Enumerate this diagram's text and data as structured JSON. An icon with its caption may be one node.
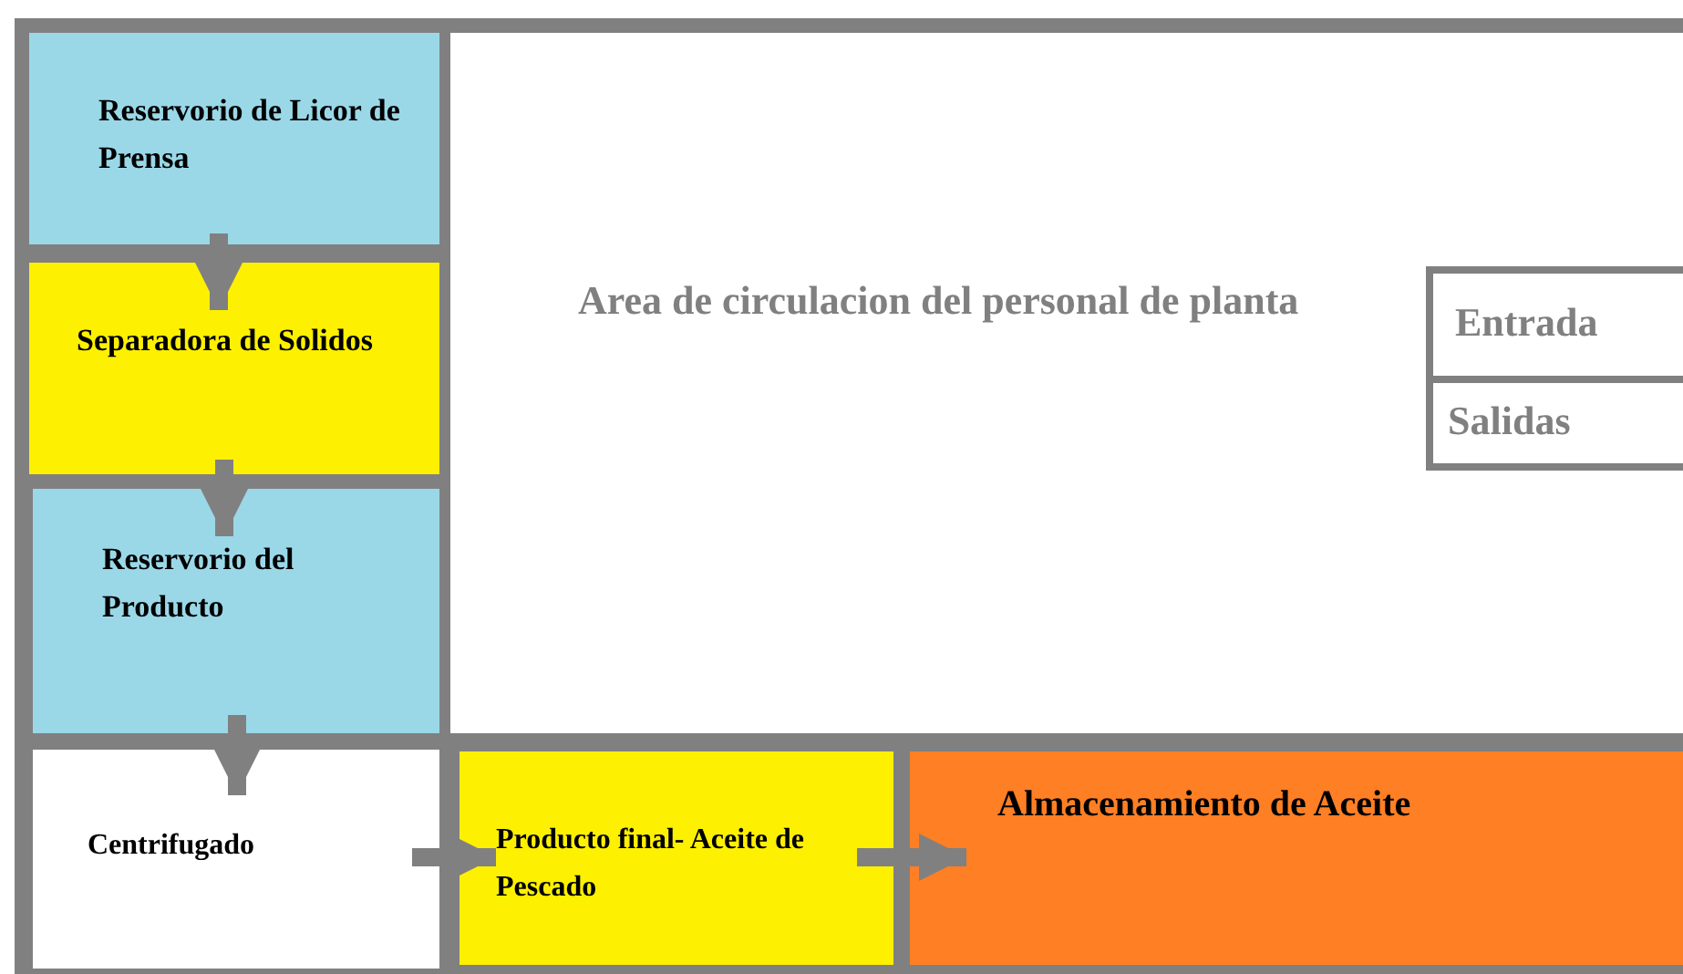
{
  "diagram": {
    "nodes": [
      {
        "text": [
          "Reservorio de Licor de Prensa"
        ]
      },
      {
        "text": [
          "Separadora de Solidos"
        ]
      },
      {
        "text": [
          "Reservorio del Producto"
        ]
      },
      {
        "text": [
          "Centrifugado"
        ]
      },
      {
        "text": [
          "Producto final- Aceite de Pescado"
        ]
      },
      {
        "text": [
          "Almacenamiento de Aceite"
        ]
      },
      {
        "text": [
          "Area de circulacion del personal de planta"
        ]
      },
      {
        "text": [
          "Entrada"
        ],
        "in": 6
      },
      {
        "text": [
          "Salidas"
        ],
        "in": 6
      }
    ],
    "edges": [
      {
        "from": 0,
        "to": 1,
        "arrow": "to"
      },
      {
        "from": 1,
        "to": 2,
        "arrow": "to"
      },
      {
        "from": 2,
        "to": 3,
        "arrow": "to"
      },
      {
        "from": 3,
        "to": 4,
        "arrow": "to"
      },
      {
        "from": 4,
        "to": 5,
        "arrow": "to"
      }
    ]
  }
}
